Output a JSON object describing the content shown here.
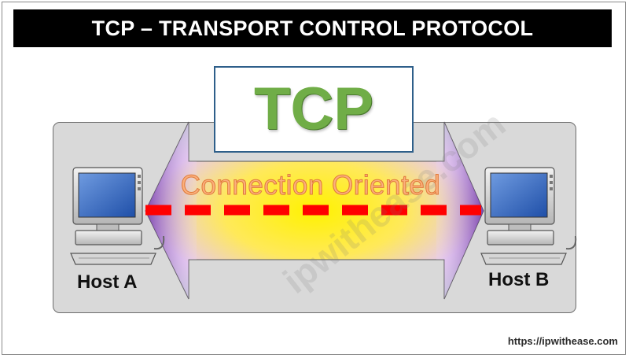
{
  "header": {
    "title": "TCP – TRANSPORT CONTROL PROTOCOL"
  },
  "diagram": {
    "protocol_label": "TCP",
    "connection_label": "Connection Oriented",
    "host_a": "Host A",
    "host_b": "Host B",
    "watermark": "ipwithease.com",
    "colors": {
      "title_bg": "#000000",
      "protocol_text": "#70ad47",
      "connection_text": "#fbb07d",
      "dash_line": "#ff0000",
      "arrow_purple": "#7b3fa0",
      "arrow_glow": "#ffe600",
      "panel_bg": "#d9d9d9",
      "screen_blue": "#2f5fb0"
    }
  },
  "footer": {
    "url": "https://ipwithease.com"
  }
}
